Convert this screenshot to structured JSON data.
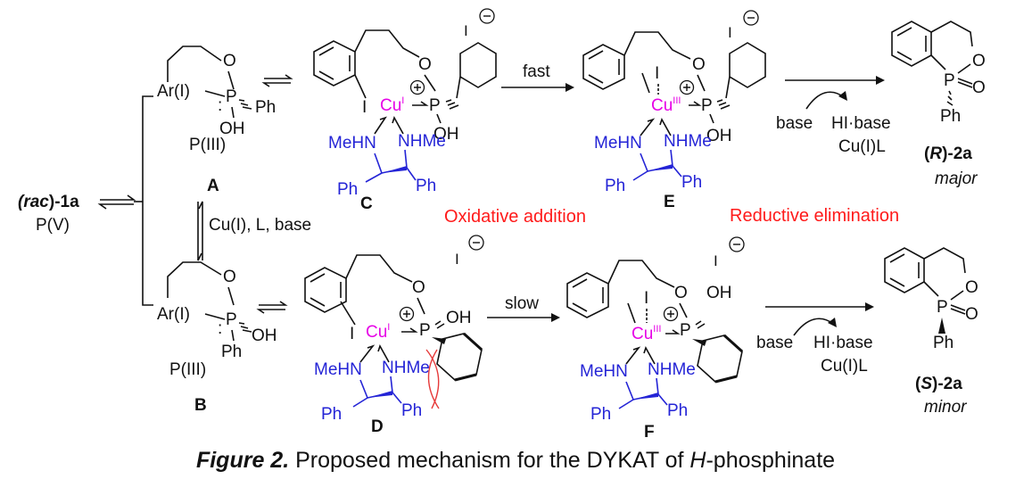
{
  "caption": {
    "figure_label": "Figure 2.",
    "text_before": " Proposed mechanism for the DYKAT of ",
    "text_italic": "H",
    "text_after": "-phosphinate"
  },
  "start": {
    "label_bold": "rac",
    "label_rest": "-1a",
    "oxidation": "P(V)"
  },
  "species_A": {
    "label": "A",
    "oxidation": "P(III)",
    "ar": "Ar(I)",
    "ph": "Ph",
    "oh": "OH",
    "o": "O",
    "p": "P"
  },
  "species_B": {
    "label": "B",
    "oxidation": "P(III)",
    "ar": "Ar(I)",
    "ph": "Ph",
    "oh": "OH",
    "o": "O",
    "p": "P"
  },
  "interconversion": "Cu(I), L, base",
  "species_C": {
    "label": "C",
    "cu": "Cu",
    "cu_ox": "I",
    "iodide": "I",
    "anion": "I",
    "oh": "OH",
    "o": "O",
    "p": "P",
    "nh_left": "MeHN",
    "nh_right": "NHMe",
    "ph_left": "Ph",
    "ph_right": "Ph"
  },
  "species_D": {
    "label": "D",
    "cu": "Cu",
    "cu_ox": "I",
    "iodide": "I",
    "anion": "I",
    "oh": "OH",
    "o": "O",
    "p": "P",
    "nh_left": "MeHN",
    "nh_right": "NHMe",
    "ph_left": "Ph",
    "ph_right": "Ph"
  },
  "species_E": {
    "label": "E",
    "cu": "Cu",
    "cu_ox": "III",
    "iodide": "I",
    "anion": "I",
    "oh": "OH",
    "o": "O",
    "p": "P",
    "nh_left": "MeHN",
    "nh_right": "NHMe",
    "ph_left": "Ph",
    "ph_right": "Ph"
  },
  "species_F": {
    "label": "F",
    "cu": "Cu",
    "cu_ox": "III",
    "iodide": "I",
    "anion": "I",
    "oh": "OH",
    "o": "O",
    "p": "P",
    "nh_left": "MeHN",
    "nh_right": "NHMe",
    "ph_left": "Ph",
    "ph_right": "Ph"
  },
  "arrows": {
    "fast": "fast",
    "slow": "slow",
    "oxidative_addition": "Oxidative addition",
    "reductive_elimination": "Reductive elimination",
    "base": "base",
    "hi_base": "HI·base",
    "cu_l": "Cu(I)L"
  },
  "product_R": {
    "config": "R",
    "compound": "-2a",
    "note": "major",
    "o": "O",
    "p": "P",
    "po": "O",
    "ph": "Ph"
  },
  "product_S": {
    "config": "S",
    "compound": "-2a",
    "note": "minor",
    "o": "O",
    "p": "P",
    "po": "O",
    "ph": "Ph"
  },
  "colors": {
    "ligand": "#2424d6",
    "copper": "#e600e6",
    "stage_text": "#ff1a1a",
    "clash": "#e63a3a"
  }
}
